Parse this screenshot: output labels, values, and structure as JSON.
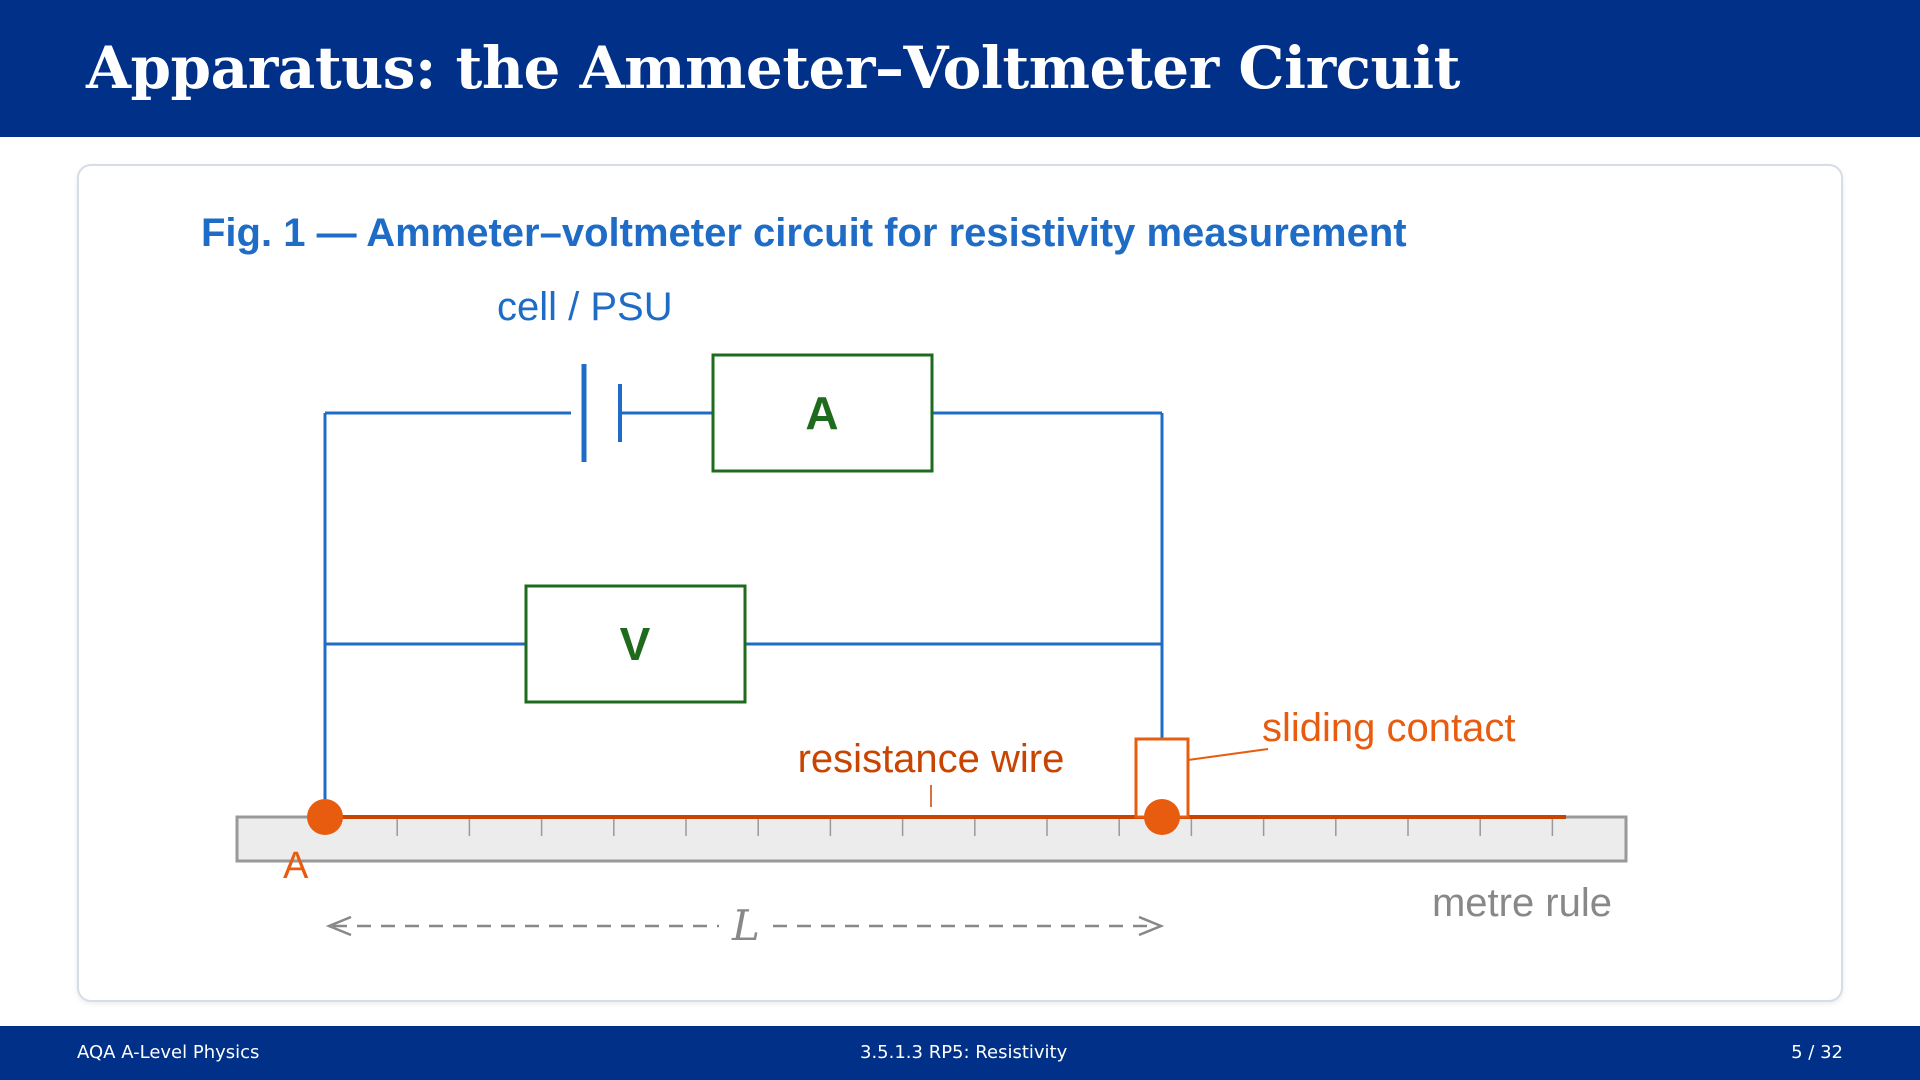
{
  "slide": {
    "title": "Apparatus: the Ammeter–Voltmeter Circuit"
  },
  "figure": {
    "caption": "Fig. 1 — Ammeter–voltmeter circuit for resistivity measurement",
    "labels": {
      "cell": "cell / PSU",
      "ammeter": "A",
      "voltmeter": "V",
      "wire": "resistance wire",
      "sliding_contact": "sliding contact",
      "end_a": "A",
      "metre_rule": "metre rule",
      "length": "L"
    },
    "colors": {
      "circuit": "#1f6cc6",
      "meter": "#1e6b1e",
      "wire": "#c84400",
      "contact": "#e85c10",
      "rule": "#999999",
      "rule_fill": "#ececec",
      "length_arrow": "#888888"
    }
  },
  "footer": {
    "left": "AQA A-Level Physics",
    "center": "3.5.1.3  RP5: Resistivity",
    "right": "5 / 32"
  }
}
